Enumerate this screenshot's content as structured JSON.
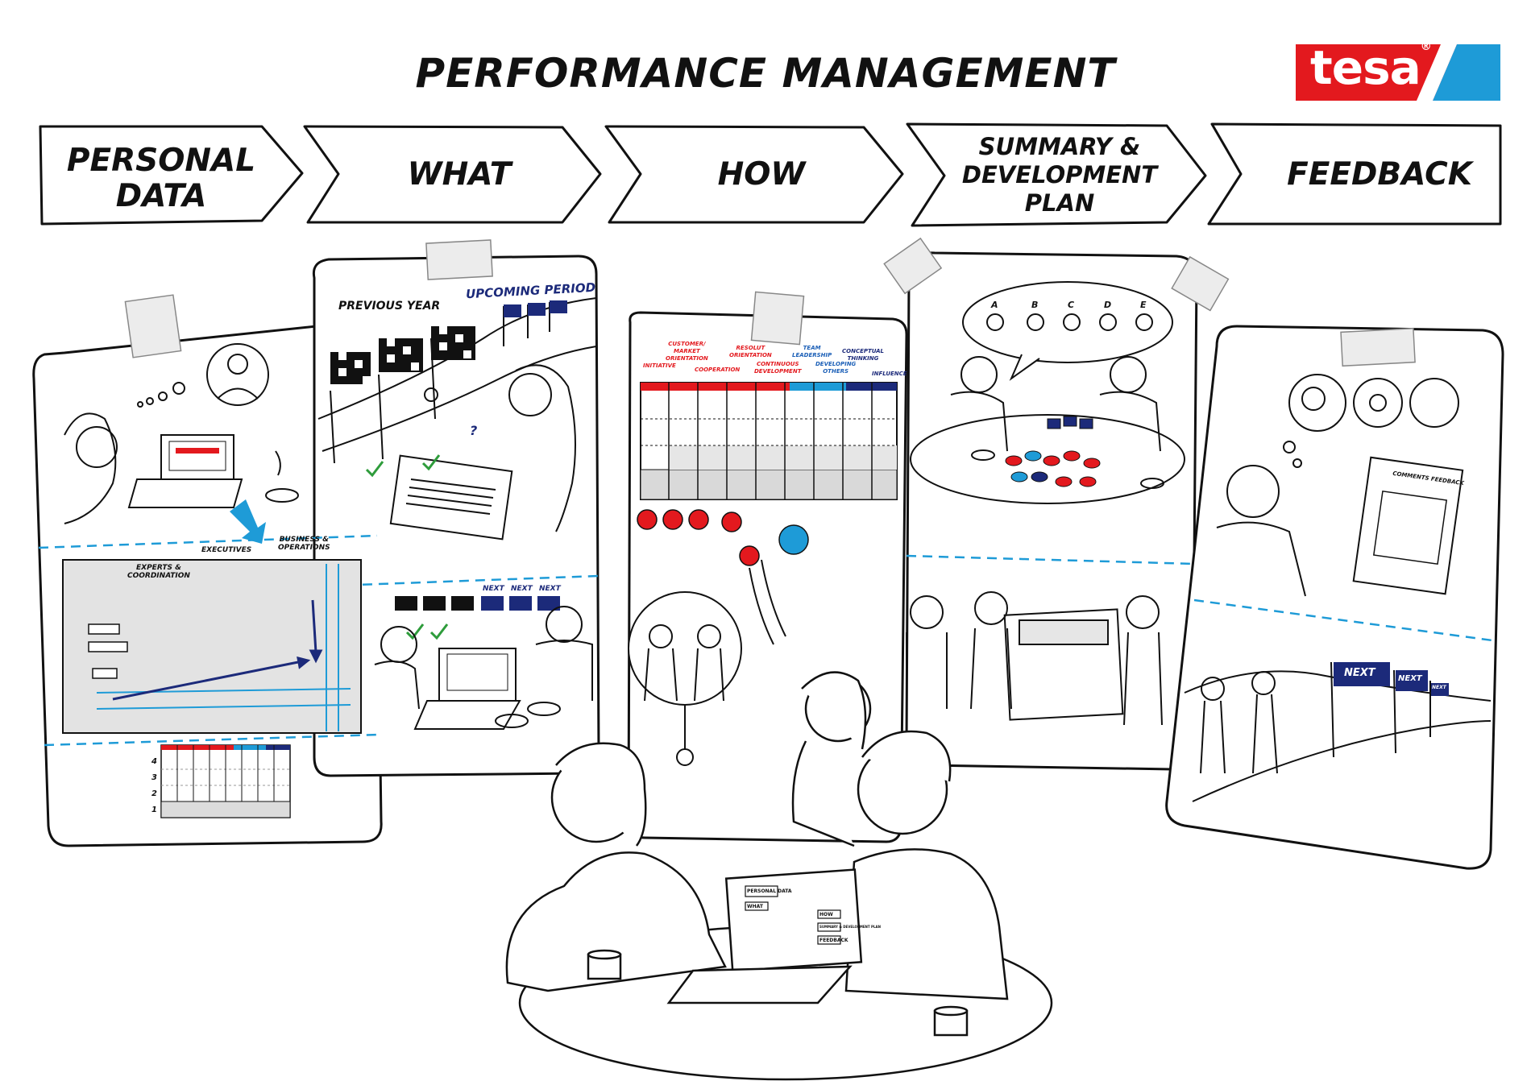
{
  "title": "PERFORMANCE MANAGEMENT",
  "logo": {
    "text": "tesa",
    "registered": "®",
    "color": "#e3191e",
    "stripe_color": "#1e9bd7"
  },
  "stages": [
    {
      "line1": "PERSONAL",
      "line2": "DATA"
    },
    {
      "line1": "WHAT"
    },
    {
      "line1": "HOW"
    },
    {
      "line1": "SUMMARY &",
      "line2": "DEVELOPMENT",
      "line3": "PLAN"
    },
    {
      "line1": "FEEDBACK"
    }
  ],
  "personal_data": {
    "org_boxes": [
      "EXPERTS &",
      "COORDINATION",
      "EXECUTIVES",
      "BUSINESS &",
      "OPERATIONS"
    ],
    "grid_rows": [
      "4",
      "3",
      "2",
      "1"
    ]
  },
  "what": {
    "previous_year": "PREVIOUS YEAR",
    "upcoming_period": "UPCOMING PERIOD",
    "question": "?",
    "next": [
      "NEXT",
      "NEXT",
      "NEXT"
    ]
  },
  "how": {
    "competencies": [
      {
        "label": "INITIATIVE",
        "color": "red"
      },
      {
        "label": "CUSTOMER/",
        "color": "red"
      },
      {
        "label": "MARKET",
        "color": "red"
      },
      {
        "label": "ORIENTATION",
        "color": "red"
      },
      {
        "label": "COOPERATION",
        "color": "red"
      },
      {
        "label": "RESOLUT",
        "color": "red"
      },
      {
        "label": "ORIENTATION",
        "color": "red"
      },
      {
        "label": "CONTINUOUS",
        "color": "red"
      },
      {
        "label": "DEVELOPMENT",
        "color": "red"
      },
      {
        "label": "TEAM",
        "color": "blue"
      },
      {
        "label": "LEADERSHIP",
        "color": "blue"
      },
      {
        "label": "DEVELOPING",
        "color": "blue"
      },
      {
        "label": "OTHERS",
        "color": "blue"
      },
      {
        "label": "CONCEPTUAL",
        "color": "navy"
      },
      {
        "label": "THINKING",
        "color": "navy"
      },
      {
        "label": "INFLUENCE",
        "color": "navy"
      }
    ]
  },
  "summary": {
    "grades": [
      "A",
      "B",
      "C",
      "D",
      "E"
    ]
  },
  "feedback": {
    "form_title": "COMMENTS FEEDBACK",
    "next": [
      "NEXT",
      "NEXT",
      "NEXT"
    ]
  },
  "laptop_screen": [
    "PERSONAL DATA",
    "WHAT",
    "HOW",
    "SUMMARY & DEVELOPMENT PLAN",
    "FEEDBACK"
  ],
  "colors": {
    "red": "#e3191e",
    "blue": "#1e9bd7",
    "navy": "#1c2a7a",
    "ink": "#111111"
  }
}
